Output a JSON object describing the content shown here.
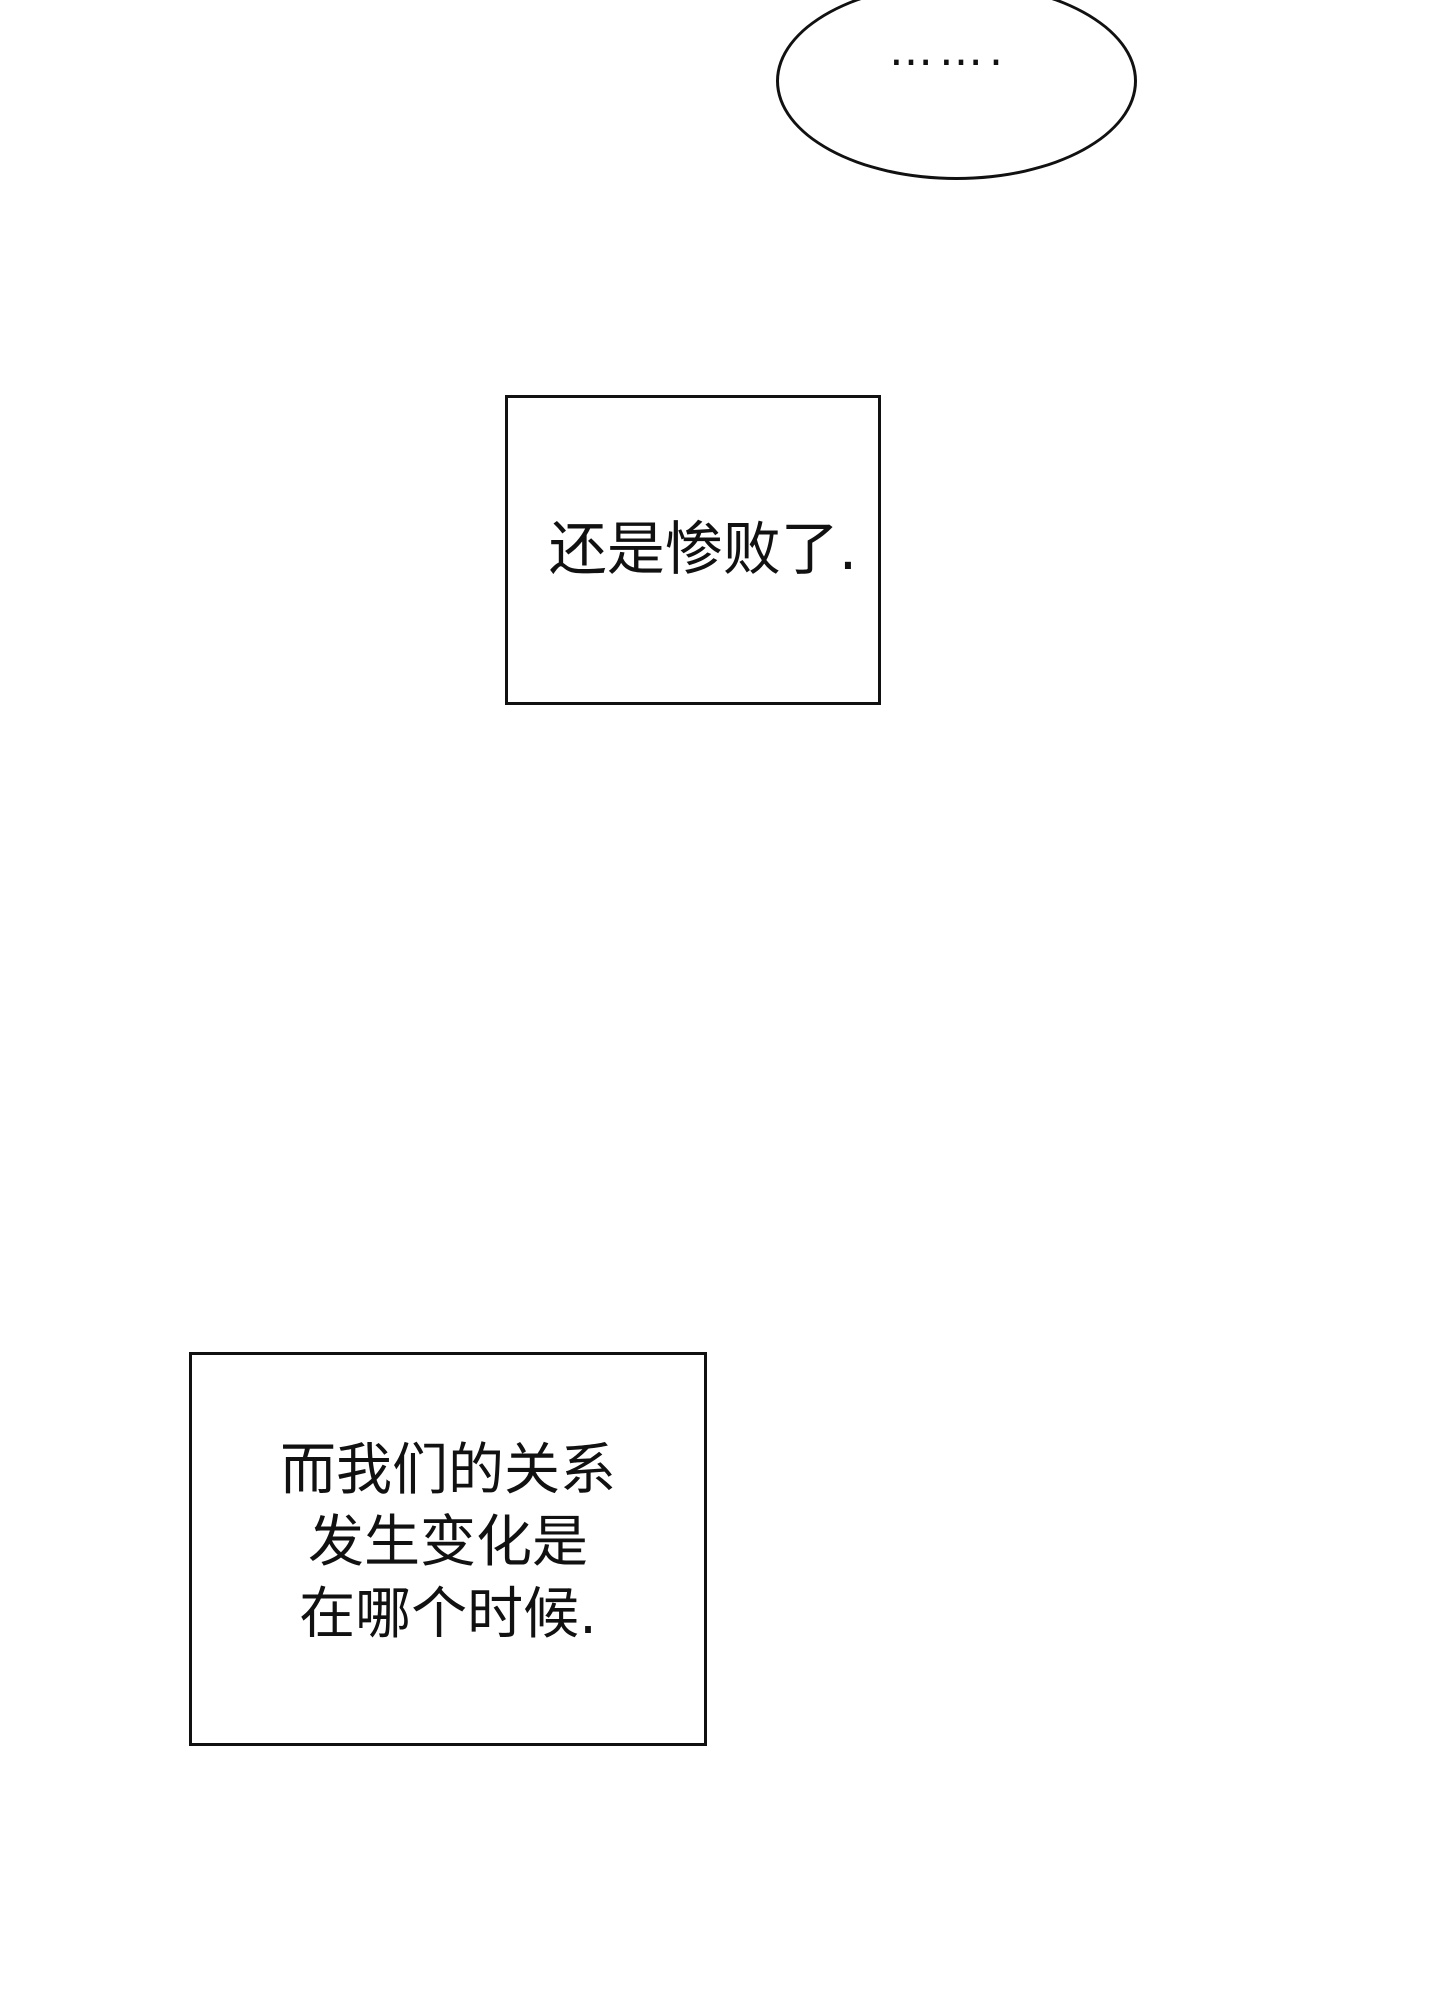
{
  "speech_bubble": {
    "text": "……."
  },
  "caption_1": {
    "text": "还是惨败了."
  },
  "caption_2": {
    "lines": [
      "而我们的关系",
      "发生变化是",
      "在哪个时候."
    ]
  }
}
